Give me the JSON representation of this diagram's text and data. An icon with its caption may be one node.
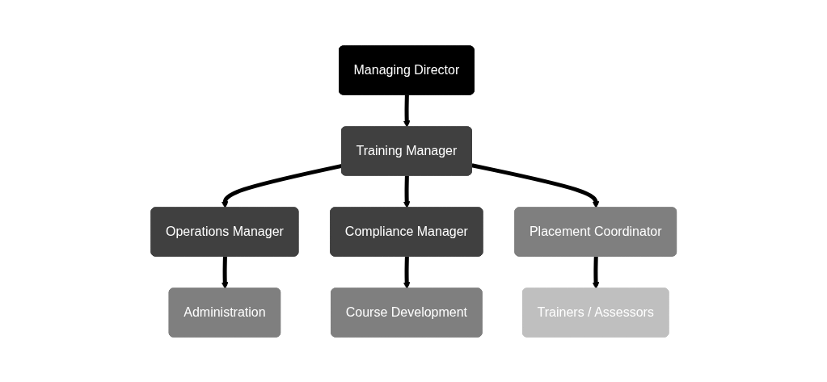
{
  "diagram": {
    "nodes": [
      {
        "text": [
          "Managing Director"
        ]
      },
      {
        "text": [
          "Training Manager"
        ]
      },
      {
        "text": [
          "Operations Manager"
        ]
      },
      {
        "text": [
          "Compliance Manager"
        ]
      },
      {
        "text": [
          "Administration"
        ]
      },
      {
        "text": [
          "Placement Coordinator"
        ]
      },
      {
        "text": [
          "Course Development"
        ]
      },
      {
        "text": [
          "Trainers / Assessors"
        ]
      }
    ],
    "edges": [
      {
        "from": 0,
        "to": 1,
        "arrow": "to"
      },
      {
        "from": 1,
        "to": 2,
        "arrow": "to"
      },
      {
        "from": 1,
        "to": 3,
        "arrow": "to"
      },
      {
        "from": 2,
        "to": 4,
        "arrow": "to"
      },
      {
        "from": 1,
        "to": 5,
        "arrow": "to"
      },
      {
        "from": 3,
        "to": 6,
        "arrow": "to"
      },
      {
        "from": 5,
        "to": 7,
        "arrow": "to"
      }
    ]
  }
}
